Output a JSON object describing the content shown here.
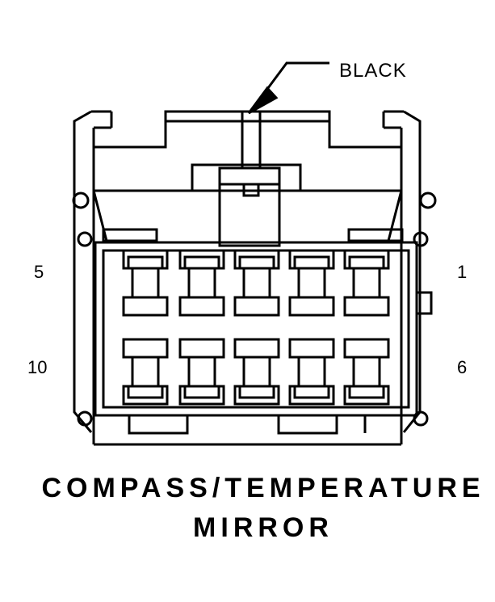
{
  "connector": {
    "wire_color": "BLACK",
    "pin_labels": {
      "top_left": "5",
      "top_right": "1",
      "bottom_left": "10",
      "bottom_right": "6"
    },
    "cavity_rows": 2,
    "cavities_per_row": 5
  },
  "caption": {
    "line1": "COMPASS/TEMPERATURE",
    "line2": "MIRROR"
  }
}
